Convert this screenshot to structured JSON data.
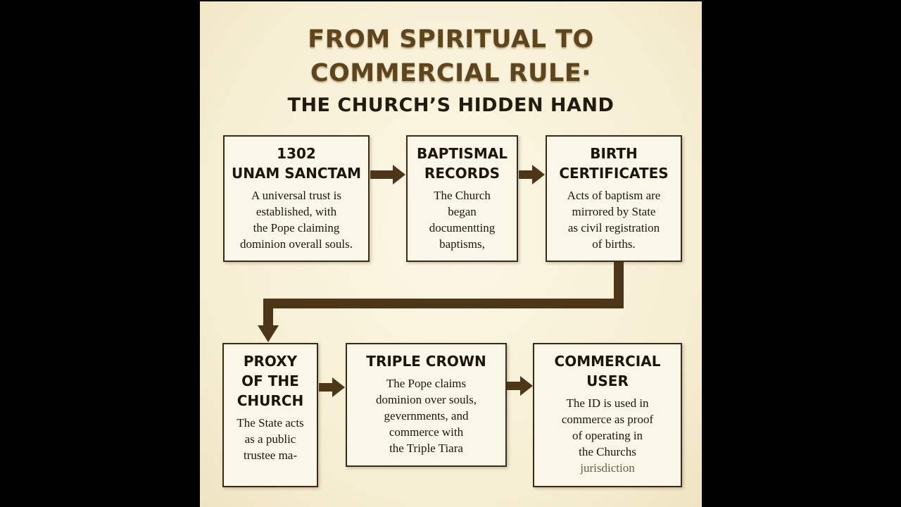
{
  "title": {
    "line1": "FROM SPIRITUAL TO",
    "line2": "COMMERCIAL RULE·",
    "subtitle": "THE CHURCH’S HIDDEN HAND"
  },
  "boxes": [
    {
      "heading": "1302\nUNAM SANCTAM",
      "body": "A universal trust is\nestablished, with\nthe Pope claiming\ndominion overall souls."
    },
    {
      "heading": "BAPTISMAL\nRECORDS",
      "body": "The Church\nbegan\ndocumentting\nbaptisms,"
    },
    {
      "heading": "BIRTH\nCERTIFICATES",
      "body": "Acts of baptism are\nmirrored by State\nas civil registration\nof births."
    },
    {
      "heading": "PROXY\nOF THE\nCHURCH",
      "body": "The State acts\nas a public\ntrustee ma-"
    },
    {
      "heading": "TRIPLE CROWN",
      "body": "The Pope claims\ndominion over souls,\ngevernments, and\ncommerce with\nthe Triple Tiara"
    },
    {
      "heading": "COMMERCIAL\nUSER",
      "body": "The ID is used in\ncommerce as proof\nof operating in\nthe Churchs",
      "body_last": "jurisdiction"
    }
  ],
  "colors": {
    "title": "#5e451d",
    "subtitle": "#241b10",
    "arrow": "#4d3618",
    "border": "#3b2a18",
    "background": "#f6eed2"
  }
}
